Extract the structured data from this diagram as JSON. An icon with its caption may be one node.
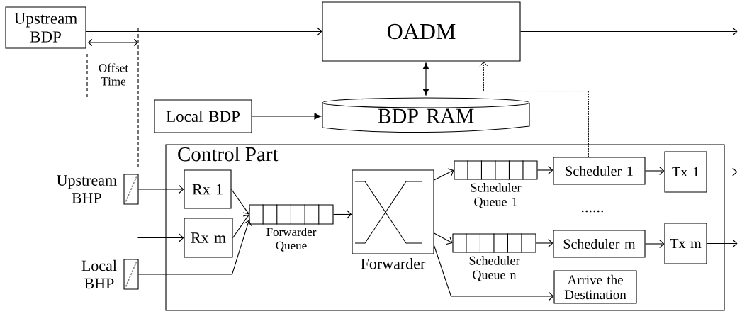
{
  "diagram": {
    "nodes": [
      {
        "text": [
          "Upstream BDP"
        ]
      },
      {
        "text": [
          "OADM"
        ]
      },
      {
        "text": [
          "BDP RAM"
        ]
      },
      {
        "text": [
          "Local BDP"
        ]
      },
      {
        "text": [
          "Control Part"
        ]
      },
      {
        "text": [
          "Upstream BHP"
        ]
      },
      {
        "text": [
          "Local BHP"
        ]
      },
      {
        "text": [
          "Rx 1"
        ],
        "in": 4
      },
      {
        "text": [
          "Rx m"
        ],
        "in": 4
      },
      {
        "text": [
          "Forwarder Queue"
        ],
        "in": 4
      },
      {
        "text": [
          "Forwarder"
        ],
        "in": 4
      },
      {
        "text": [
          "Scheduler Queue 1"
        ],
        "in": 4
      },
      {
        "text": [
          "Scheduler Queue n"
        ],
        "in": 4
      },
      {
        "text": [
          "Scheduler 1"
        ],
        "in": 4
      },
      {
        "text": [
          "Scheduler m"
        ],
        "in": 4
      },
      {
        "text": [
          "Arrive the Destination"
        ],
        "in": 4
      },
      {
        "text": [
          "Tx 1"
        ],
        "in": 4
      },
      {
        "text": [
          "Tx m"
        ],
        "in": 4
      }
    ],
    "edges": [
      {
        "from": 0,
        "to": 1,
        "arrow": "to"
      },
      {
        "from": 1,
        "to": null,
        "arrow": "to"
      },
      {
        "from": 3,
        "to": 2,
        "arrow": "to"
      },
      {
        "from": 2,
        "to": 1,
        "arrow": "both"
      },
      {
        "from": 13,
        "to": 1,
        "arrow": "to",
        "style": "dashed"
      },
      {
        "from": 5,
        "to": 7,
        "arrow": "to"
      },
      {
        "from": null,
        "to": 8,
        "arrow": "to"
      },
      {
        "from": 7,
        "to": 9,
        "arrow": "to"
      },
      {
        "from": 8,
        "to": 9,
        "arrow": "to"
      },
      {
        "from": 6,
        "to": 9,
        "arrow": "to"
      },
      {
        "from": 9,
        "to": 10,
        "arrow": "to"
      },
      {
        "from": 10,
        "to": 11,
        "arrow": "to"
      },
      {
        "from": 10,
        "to": 12,
        "arrow": "to"
      },
      {
        "from": 10,
        "to": 15,
        "arrow": "to"
      },
      {
        "from": 11,
        "to": 13,
        "arrow": "to"
      },
      {
        "from": 12,
        "to": 14,
        "arrow": "to"
      },
      {
        "from": 13,
        "to": 16,
        "arrow": "to"
      },
      {
        "from": 14,
        "to": 17,
        "arrow": "to"
      },
      {
        "from": 16,
        "to": null,
        "arrow": "to"
      },
      {
        "from": 17,
        "to": null,
        "arrow": "to"
      }
    ],
    "labels": [
      "Offset Time",
      "......"
    ]
  }
}
